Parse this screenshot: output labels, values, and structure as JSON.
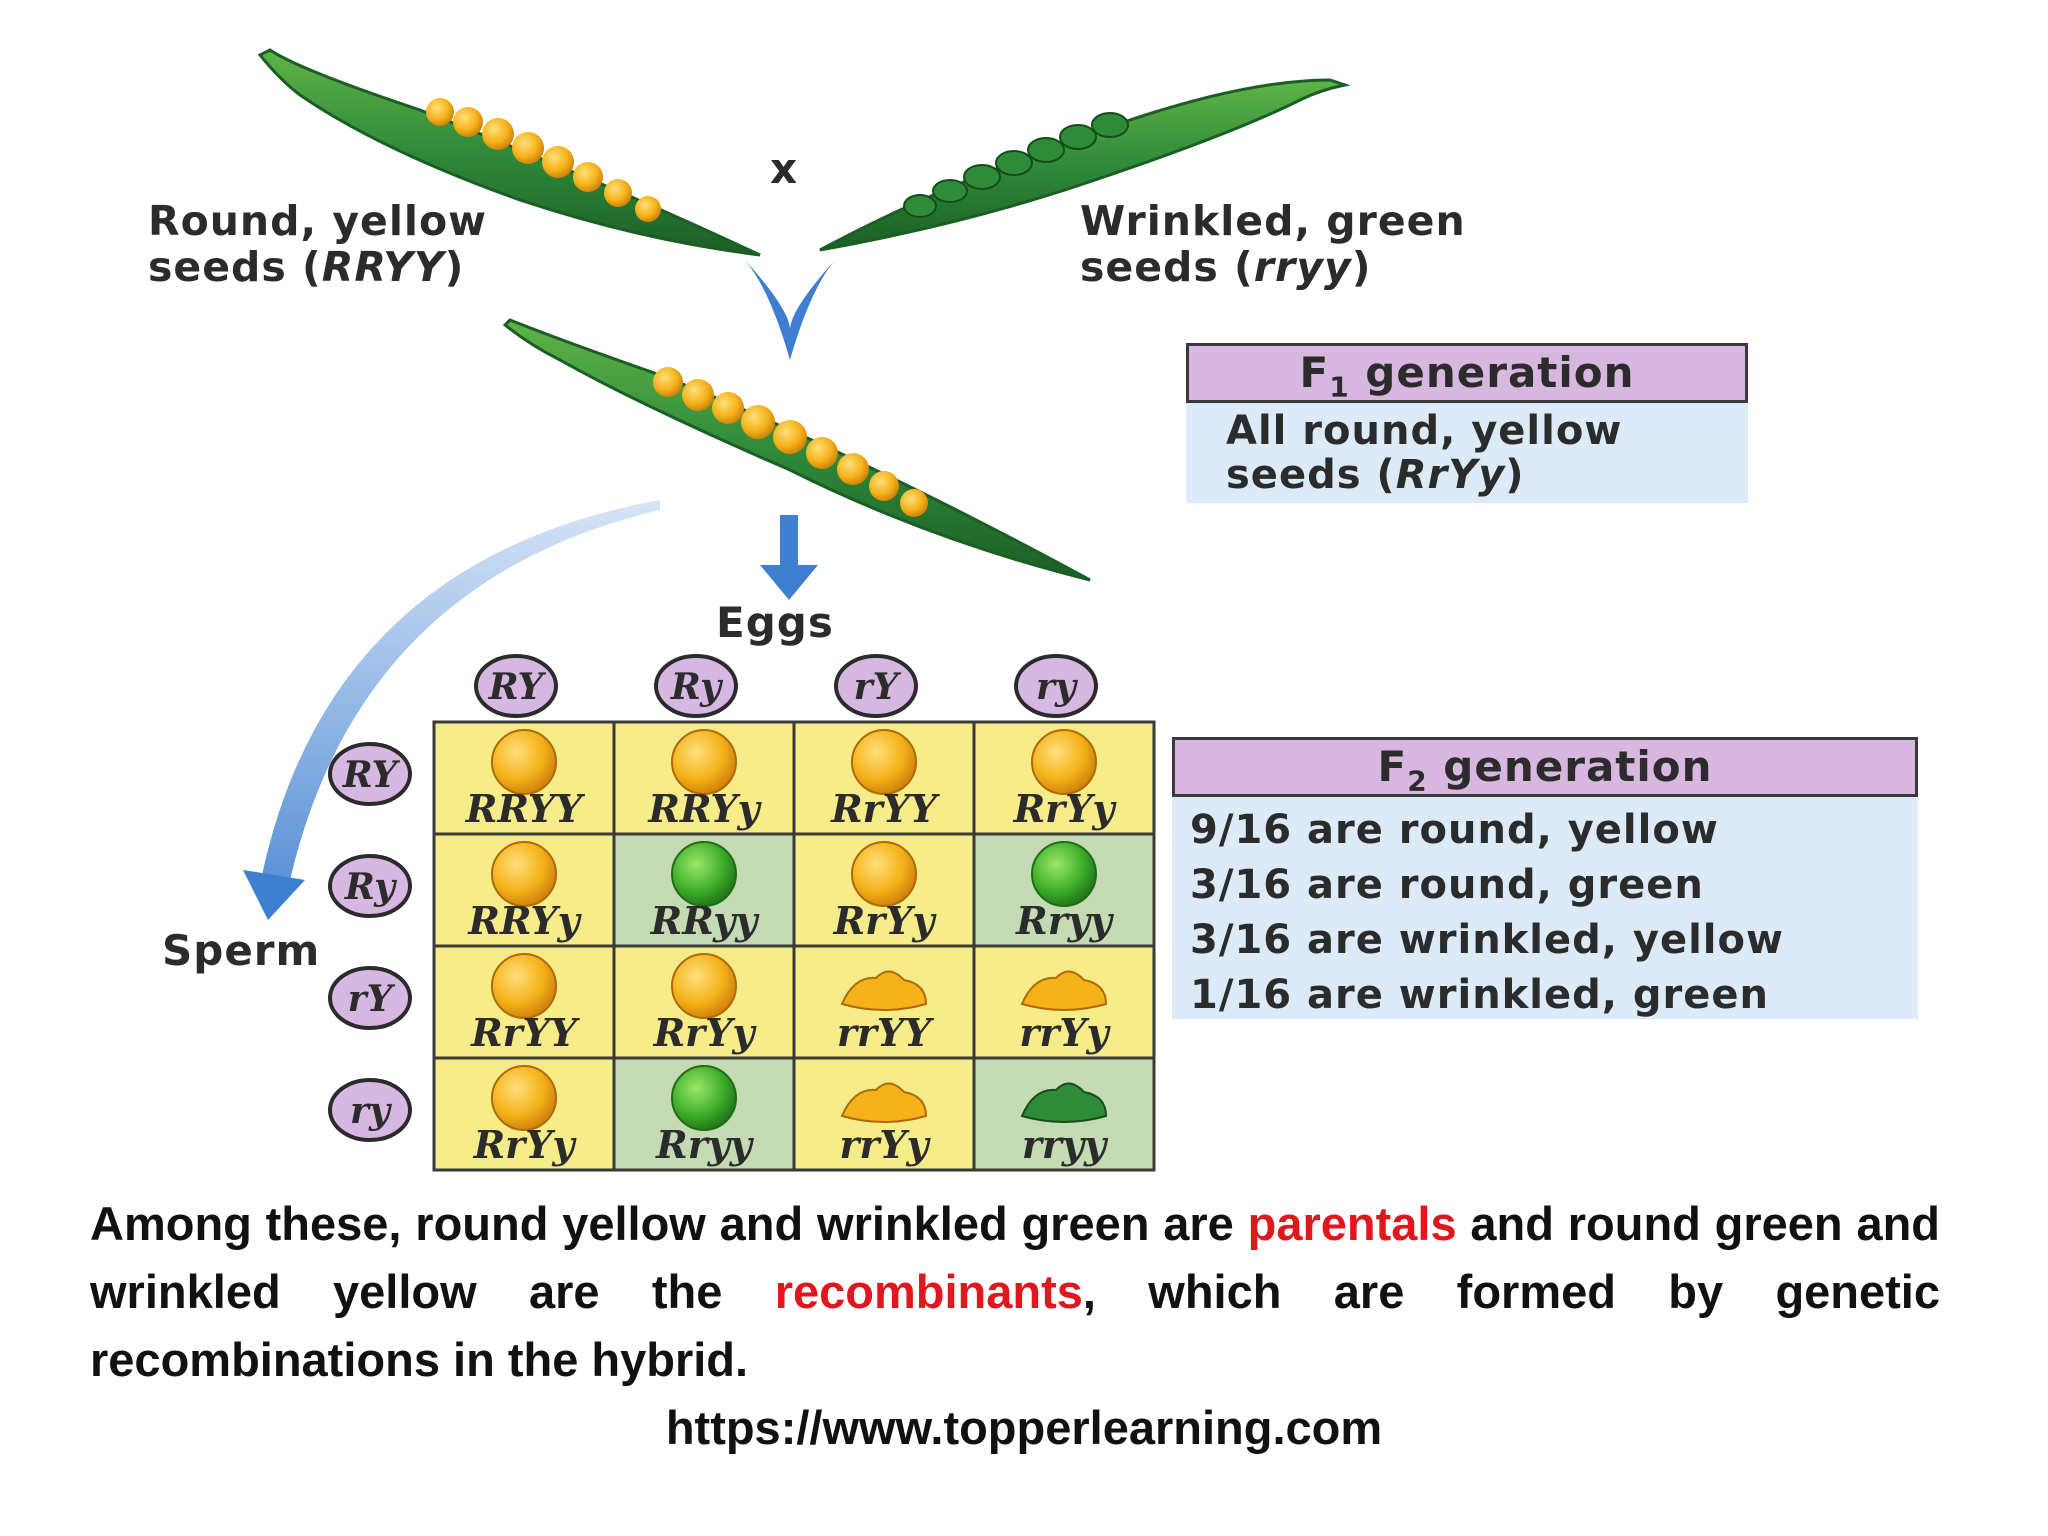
{
  "parent_left": {
    "line1": "Round, yellow",
    "line2_prefix": "seeds (",
    "genotype": "RRYY",
    "line2_suffix": ")"
  },
  "parent_right": {
    "line1": "Wrinkled, green",
    "line2_prefix": "seeds (",
    "genotype": "rryy",
    "line2_suffix": ")"
  },
  "cross_symbol": "x",
  "f1": {
    "title_prefix": "F",
    "title_sub": "1",
    "title_suffix": " generation",
    "line1": "All round, yellow",
    "line2_prefix": "seeds (",
    "genotype": "RrYy",
    "line2_suffix": ")"
  },
  "eggs_label": "Eggs",
  "sperm_label": "Sperm",
  "egg_gametes": [
    "RY",
    "Ry",
    "rY",
    "ry"
  ],
  "sperm_gametes": [
    "RY",
    "Ry",
    "rY",
    "ry"
  ],
  "punnett": {
    "genotypes": [
      [
        "RRYY",
        "RRYy",
        "RrYY",
        "RrYy"
      ],
      [
        "RRYy",
        "RRyy",
        "RrYy",
        "Rryy"
      ],
      [
        "RrYY",
        "RrYy",
        "rrYY",
        "rrYy"
      ],
      [
        "RrYy",
        "Rryy",
        "rrYy",
        "rryy"
      ]
    ],
    "phenotypes": [
      [
        "round-yellow",
        "round-yellow",
        "round-yellow",
        "round-yellow"
      ],
      [
        "round-yellow",
        "round-green",
        "round-yellow",
        "round-green"
      ],
      [
        "round-yellow",
        "round-yellow",
        "wrinkled-yellow",
        "wrinkled-yellow"
      ],
      [
        "round-yellow",
        "round-green",
        "wrinkled-yellow",
        "wrinkled-green"
      ]
    ]
  },
  "f2": {
    "title_prefix": "F",
    "title_sub": "2",
    "title_suffix": " generation",
    "ratios": [
      "9/16 are round, yellow",
      "3/16 are round, green",
      "3/16 are wrinkled, yellow",
      "1/16 are wrinkled, green"
    ]
  },
  "caption": {
    "part1": "Among these, round yellow and wrinkled green are ",
    "highlight1": "parentals",
    "part2": " and round green and wrinkled yellow are the ",
    "highlight2": "recombinants",
    "part3": ", which are formed by  genetic recombinations in the hybrid."
  },
  "source_url": "https://www.topperlearning.com",
  "colors": {
    "pod": "#2f8a3a",
    "pod_dark": "#1f6a2a",
    "seed_yellow": "#f2b31b",
    "seed_green": "#3fae2a",
    "cell_yellow": "#f6ec8a",
    "cell_green": "#c4dbb4",
    "gamete_fill": "#d6b8e2",
    "arrow_blue": "#3f7fd0",
    "highlight_red": "#e0181e"
  }
}
